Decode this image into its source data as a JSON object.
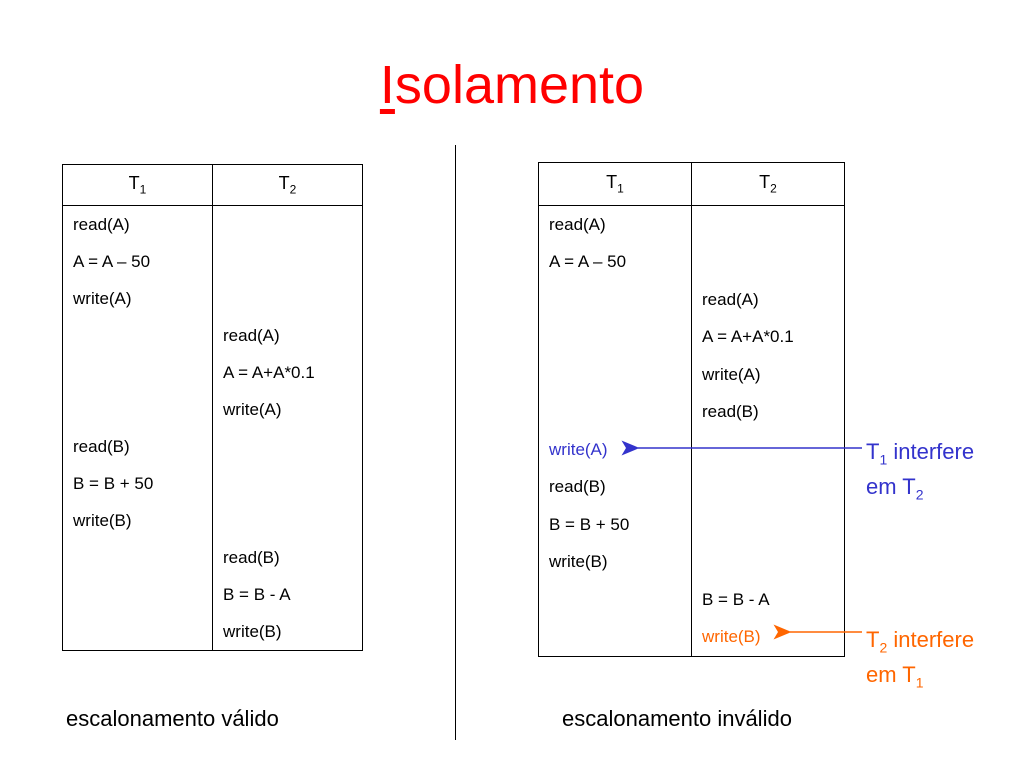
{
  "title": {
    "first": "I",
    "rest": "solamento"
  },
  "headers": {
    "t": "T",
    "sub1": "1",
    "sub2": "2"
  },
  "left_table": {
    "caption": "escalonamento válido",
    "rows": [
      [
        "read(A)",
        ""
      ],
      [
        "A = A – 50",
        ""
      ],
      [
        "write(A)",
        ""
      ],
      [
        "",
        "read(A)"
      ],
      [
        "",
        "A = A+A*0.1"
      ],
      [
        "",
        "write(A)"
      ],
      [
        "read(B)",
        ""
      ],
      [
        "B = B + 50",
        ""
      ],
      [
        "write(B)",
        ""
      ],
      [
        "",
        "read(B)"
      ],
      [
        "",
        "B = B - A"
      ],
      [
        "",
        "write(B)"
      ]
    ]
  },
  "right_table": {
    "caption": "escalonamento inválido",
    "rows": [
      [
        "read(A)",
        ""
      ],
      [
        "A = A – 50",
        ""
      ],
      [
        "",
        "read(A)"
      ],
      [
        "",
        "A = A+A*0.1"
      ],
      [
        "",
        "write(A)"
      ],
      [
        "",
        "read(B)"
      ],
      [
        "write(A)",
        ""
      ],
      [
        "read(B)",
        ""
      ],
      [
        "B = B + 50",
        ""
      ],
      [
        "write(B)",
        ""
      ],
      [
        "",
        "B = B - A"
      ],
      [
        "",
        "write(B)"
      ]
    ]
  },
  "notes": {
    "blue": {
      "t": "T",
      "sub_a": "1",
      "interfere": " interfere",
      "em": "em T",
      "sub_b": "2"
    },
    "orange": {
      "t": "T",
      "sub_a": "2",
      "interfere": " interfere",
      "em": "em T",
      "sub_b": "1"
    }
  },
  "colors": {
    "title": "#ff0000",
    "blue": "#3333cc",
    "orange": "#ff6600"
  }
}
